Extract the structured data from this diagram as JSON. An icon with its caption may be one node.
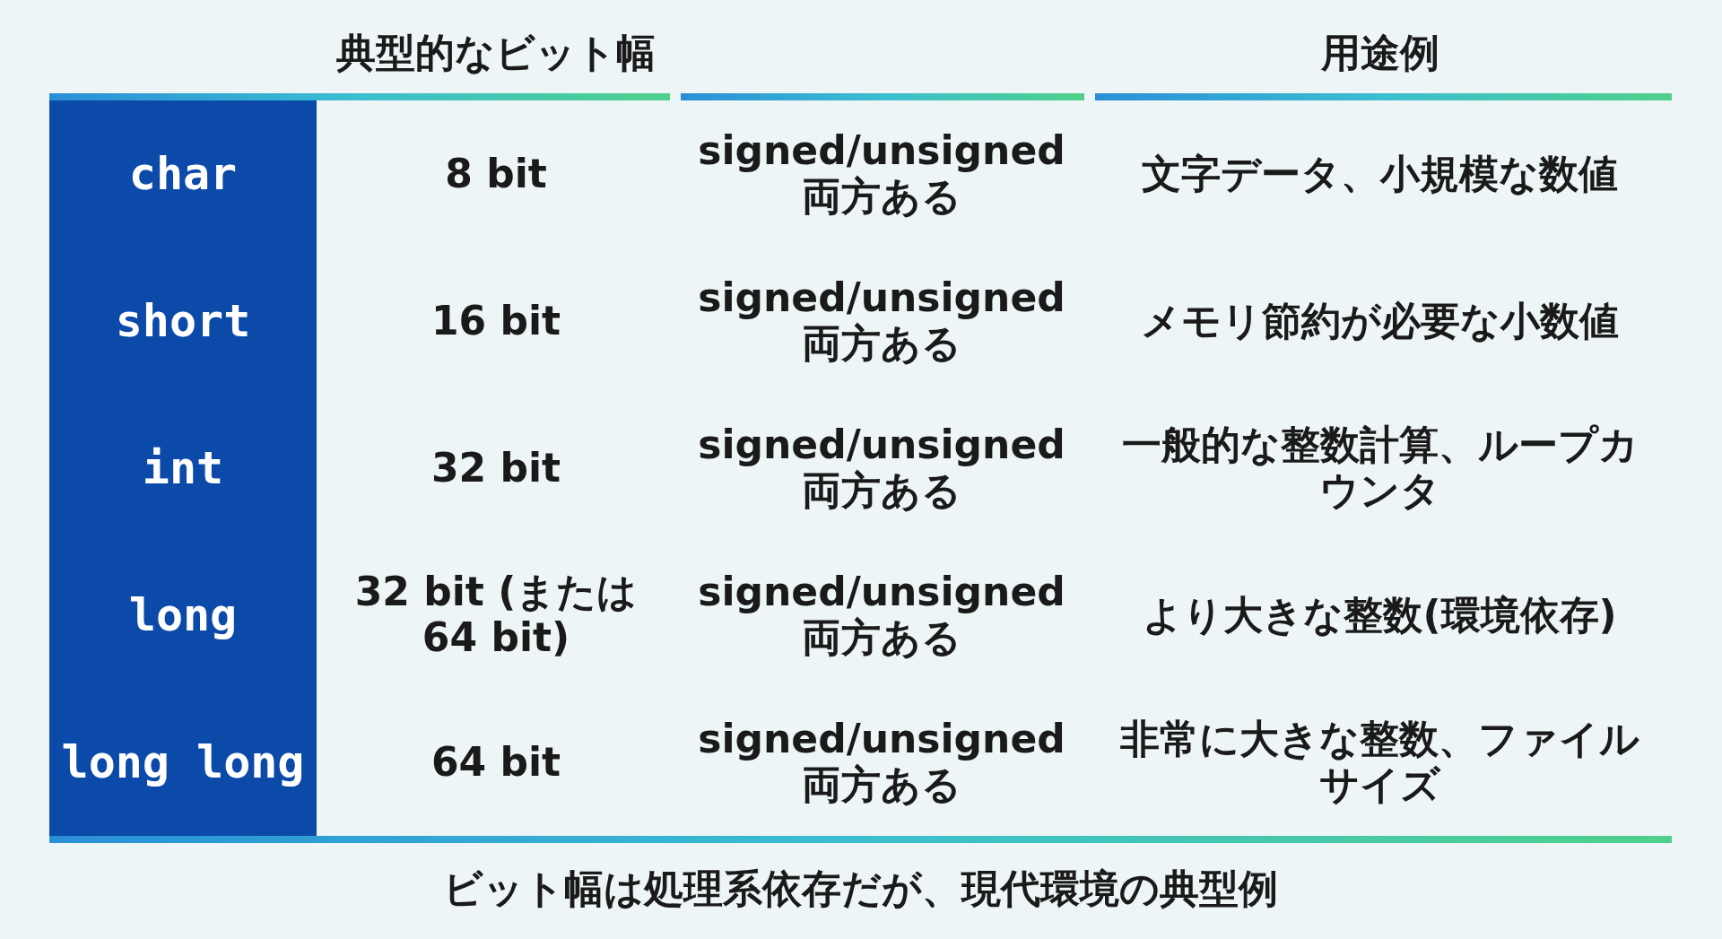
{
  "diagram": {
    "caption": "ビット幅は処理系依存だが、現代環境の典型例",
    "labels": [
      "典型的なビット幅",
      "用途例",
      "char",
      "8 bit",
      "signed/unsigned 両方ある",
      "文字データ、小規模な数値",
      "short",
      "16 bit",
      "signed/unsigned 両方ある",
      "メモリ節約が必要な小数値",
      "int",
      "32 bit",
      "signed/unsigned 両方ある",
      "一般的な整数計算、ループカウンタ",
      "long",
      "32 bit (または 64 bit)",
      "signed/unsigned 両方ある",
      "より大きな整数(環境依存)",
      "long long",
      "64 bit",
      "signed/unsigned 両方ある",
      "非常に大きな整数、ファイルサイズ"
    ]
  }
}
